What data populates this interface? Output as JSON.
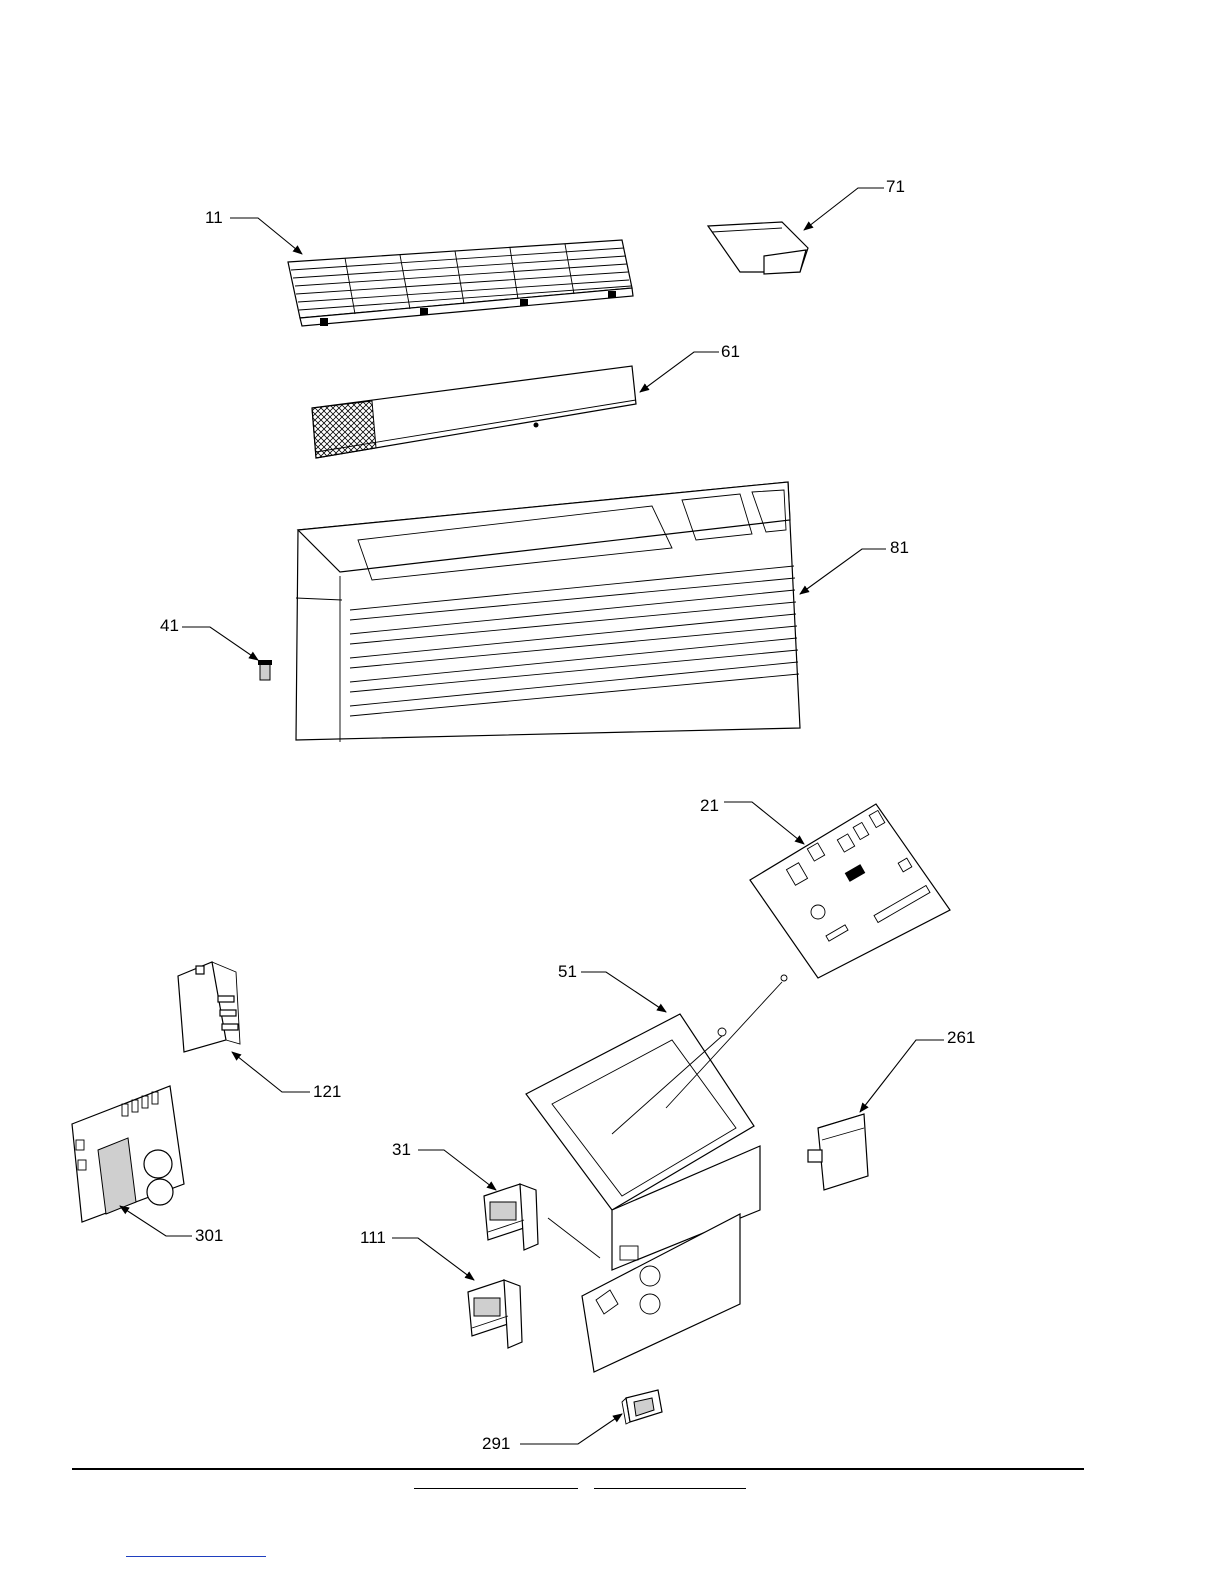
{
  "callouts": {
    "c11": "11",
    "c71": "71",
    "c61": "61",
    "c81": "81",
    "c41": "41",
    "c21": "21",
    "c51": "51",
    "c261": "261",
    "c121": "121",
    "c301": "301",
    "c31": "31",
    "c111": "111",
    "c291": "291"
  },
  "colors": {
    "line": "#000000",
    "link_underline": "#1f3fbf",
    "background": "#ffffff"
  }
}
